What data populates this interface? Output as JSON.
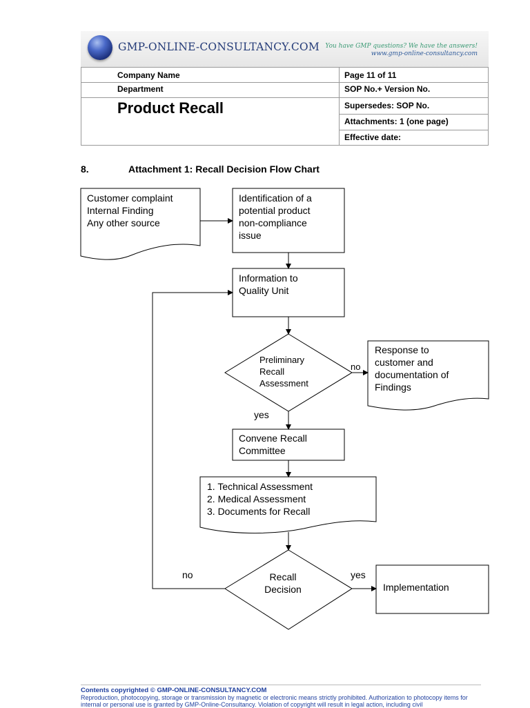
{
  "banner": {
    "brand": "GMP-ONLINE-CONSULTANCY.COM",
    "tagline": "You have GMP questions? We have the answers!",
    "url": "www.gmp-online-consultancy.com"
  },
  "header": {
    "company_name": "Company Name",
    "department": "Department",
    "title": "Product Recall",
    "page": "Page 11 of 11",
    "sop_version": "SOP No.+ Version No.",
    "supersedes": "Supersedes: SOP No.",
    "attachments": "Attachments: 1 (one page)",
    "effective_date": "Effective date:"
  },
  "section": {
    "number": "8.",
    "title": "Attachment 1: Recall Decision Flow Chart"
  },
  "flowchart": {
    "source_doc": [
      "Customer complaint",
      "Internal Finding",
      "Any other source"
    ],
    "identification": [
      "Identification of a",
      "potential product",
      "non-compliance",
      "issue"
    ],
    "information": [
      "Information to",
      "Quality Unit"
    ],
    "preliminary": [
      "Preliminary",
      "Recall",
      "Assessment"
    ],
    "response": [
      "Response to",
      "customer and",
      "documentation of",
      "Findings"
    ],
    "convene": [
      "Convene Recall",
      "Committee"
    ],
    "assessments": [
      "1. Technical Assessment",
      "2. Medical Assessment",
      "3. Documents for Recall"
    ],
    "decision": [
      "Recall",
      "Decision"
    ],
    "implementation": "Implementation",
    "labels": {
      "no": "no",
      "yes": "yes"
    }
  },
  "footer": {
    "copyright": "Contents copyrighted © GMP-ONLINE-CONSULTANCY.COM",
    "notice": "Reproduction, photocopying, storage or transmission by magnetic or electronic means strictly prohibited. Authorization to photocopy items for internal or personal use is granted by GMP-Online-Consultancy. Violation of copyright will result in legal action, including civil"
  }
}
